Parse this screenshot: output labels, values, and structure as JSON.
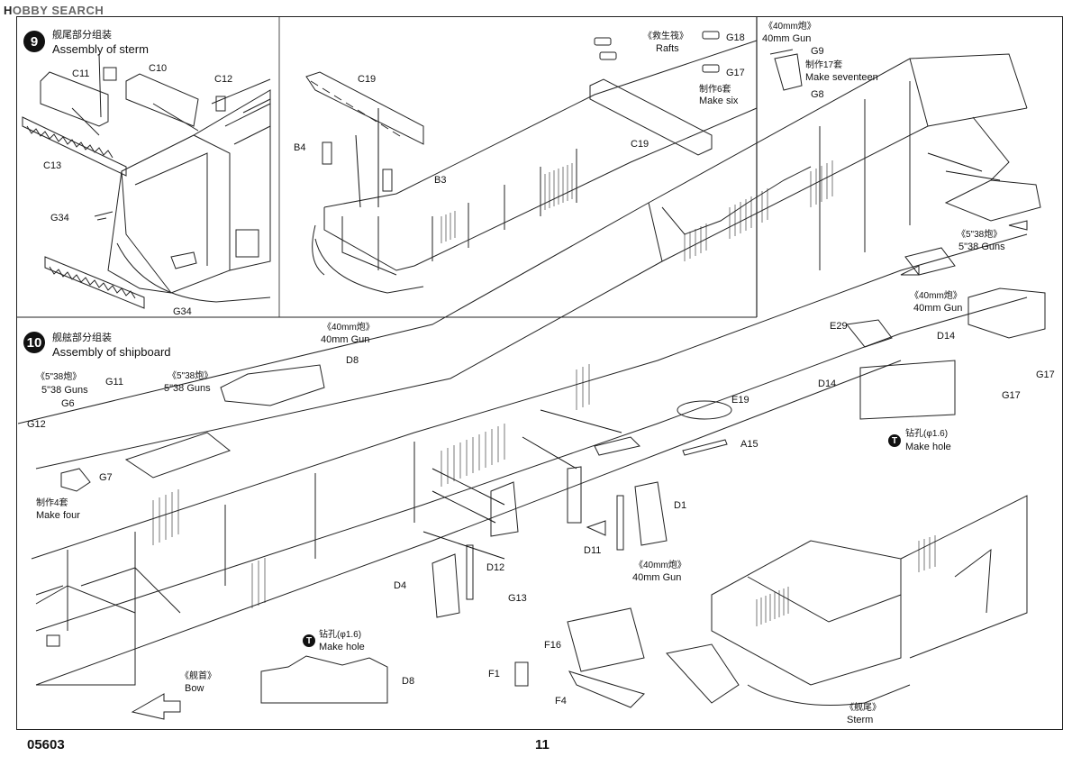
{
  "watermark": {
    "prefix": "H",
    "brand": "OBBY SEARCH"
  },
  "footer": {
    "code": "05603",
    "page": "11"
  },
  "step9": {
    "number": "9",
    "title_cn": "舰尾部分组装",
    "title_en": "Assembly of sterm",
    "parts": [
      "C11",
      "C10",
      "C12",
      "C13",
      "G34",
      "G34",
      "C19",
      "B4",
      "B3",
      "G18",
      "G17",
      "C19"
    ],
    "rafts": {
      "cn": "《救生筏》",
      "en": "Rafts"
    },
    "make_six": {
      "cn": "制作6套",
      "en": "Make six"
    }
  },
  "gun40_top": {
    "cn": "《40mm炮》",
    "en": "40mm Gun",
    "parts": [
      "G9",
      "G8"
    ],
    "make_cn": "制作17套",
    "make_en": "Make seventeen"
  },
  "step10": {
    "number": "10",
    "title_cn": "舰舷部分组装",
    "title_en": "Assembly of shipboard",
    "gun538_left": {
      "cn": "《5\"38炮》",
      "en": "5\"38 Guns",
      "parts": [
        "G11",
        "G6",
        "G12",
        "G7"
      ],
      "make_cn": "制作4套",
      "make_en": "Make four"
    },
    "gun538_mid": {
      "cn": "《5\"38炮》",
      "en": "5\"38 Guns"
    },
    "gun40_mid": {
      "cn": "《40mm炮》",
      "en": "40mm Gun",
      "part": "D8"
    },
    "gun538_right": {
      "cn": "《5\"38炮》",
      "en": "5\"38 Guns"
    },
    "gun40_right": {
      "cn": "《40mm炮》",
      "en": "40mm Gun"
    },
    "gun40_bottom": {
      "cn": "《40mm炮》",
      "en": "40mm Gun"
    },
    "parts": [
      "E29",
      "D14",
      "G17",
      "G17",
      "D14",
      "E19",
      "A15",
      "D1",
      "D11",
      "D12",
      "D4",
      "G13",
      "F16",
      "F1",
      "F4",
      "D8"
    ],
    "hole_right": {
      "cn": "钻孔(φ1.6)",
      "en": "Make hole"
    },
    "hole_bottom": {
      "cn": "钻孔(φ1.6)",
      "en": "Make hole"
    },
    "bow": {
      "cn": "《舰首》",
      "en": "Bow"
    },
    "stern": {
      "cn": "《舰尾》",
      "en": "Sterm"
    }
  }
}
